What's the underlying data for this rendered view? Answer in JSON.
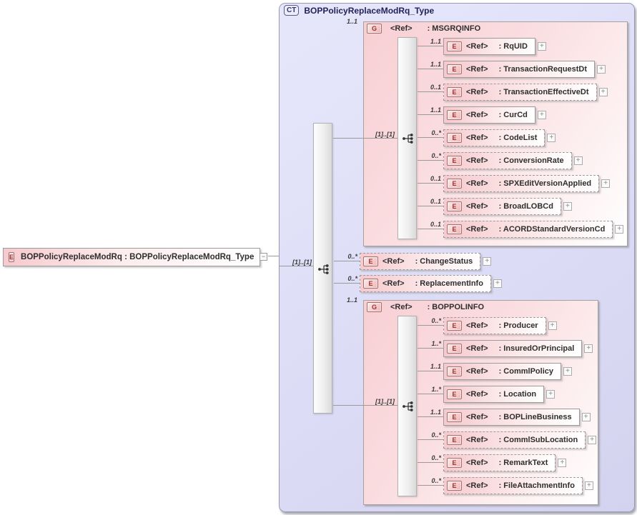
{
  "ref": "<Ref>",
  "plus": "+",
  "minus": "−",
  "root": {
    "icon": "E",
    "label": "BOPPolicyReplaceModRq : BOPPolicyReplaceModRq_Type"
  },
  "ct": {
    "badge": "CT",
    "title": "BOPPolicyReplaceModRq_Type",
    "seq_cardinality": "[1]..[1]"
  },
  "msgrqinfo": {
    "icon": "G",
    "name": ": MSGRQINFO",
    "cardinality": "1..1",
    "seq_cardinality": "[1]..[1]",
    "items": [
      {
        "icon": "E",
        "name": ": RqUID",
        "cardinality": "1..1"
      },
      {
        "icon": "E",
        "name": ": TransactionRequestDt",
        "cardinality": "1..1"
      },
      {
        "icon": "E",
        "name": ": TransactionEffectiveDt",
        "cardinality": "0..1"
      },
      {
        "icon": "E",
        "name": ": CurCd",
        "cardinality": "1..1"
      },
      {
        "icon": "E",
        "name": ": CodeList",
        "cardinality": "0..*"
      },
      {
        "icon": "E",
        "name": ": ConversionRate",
        "cardinality": "0..*"
      },
      {
        "icon": "E",
        "name": ": SPXEditVersionApplied",
        "cardinality": "0..1"
      },
      {
        "icon": "E",
        "name": ": BroadLOBCd",
        "cardinality": "0..1"
      },
      {
        "icon": "E",
        "name": ": ACORDStandardVersionCd",
        "cardinality": "0..1"
      }
    ]
  },
  "change_status": {
    "icon": "E",
    "name": ": ChangeStatus",
    "cardinality": "0..*"
  },
  "replacement_info": {
    "icon": "E",
    "name": ": ReplacementInfo",
    "cardinality": "0..*"
  },
  "boppolinfo": {
    "icon": "G",
    "name": ": BOPPOLINFO",
    "cardinality": "1..1",
    "seq_cardinality": "[1]..[1]",
    "items": [
      {
        "icon": "E",
        "name": ": Producer",
        "cardinality": "0..*"
      },
      {
        "icon": "E",
        "name": ": InsuredOrPrincipal",
        "cardinality": "1..*"
      },
      {
        "icon": "E",
        "name": ": CommlPolicy",
        "cardinality": "1..1"
      },
      {
        "icon": "E",
        "name": ": Location",
        "cardinality": "1..*"
      },
      {
        "icon": "E",
        "name": ": BOPLineBusiness",
        "cardinality": "1..1"
      },
      {
        "icon": "E",
        "name": ": CommlSubLocation",
        "cardinality": "0..*"
      },
      {
        "icon": "E",
        "name": ": RemarkText",
        "cardinality": "0..*"
      },
      {
        "icon": "E",
        "name": ": FileAttachmentInfo",
        "cardinality": "0..*"
      }
    ]
  },
  "colors": {
    "container_fill": "#dcdcf6",
    "group_fill": "#f8cfd3",
    "element_fill": "#f6c9cd",
    "icon_fill": "#f3b4b4",
    "icon_text": "#993333",
    "title_text": "#22225a",
    "connector_line": "#9a9a9a"
  }
}
